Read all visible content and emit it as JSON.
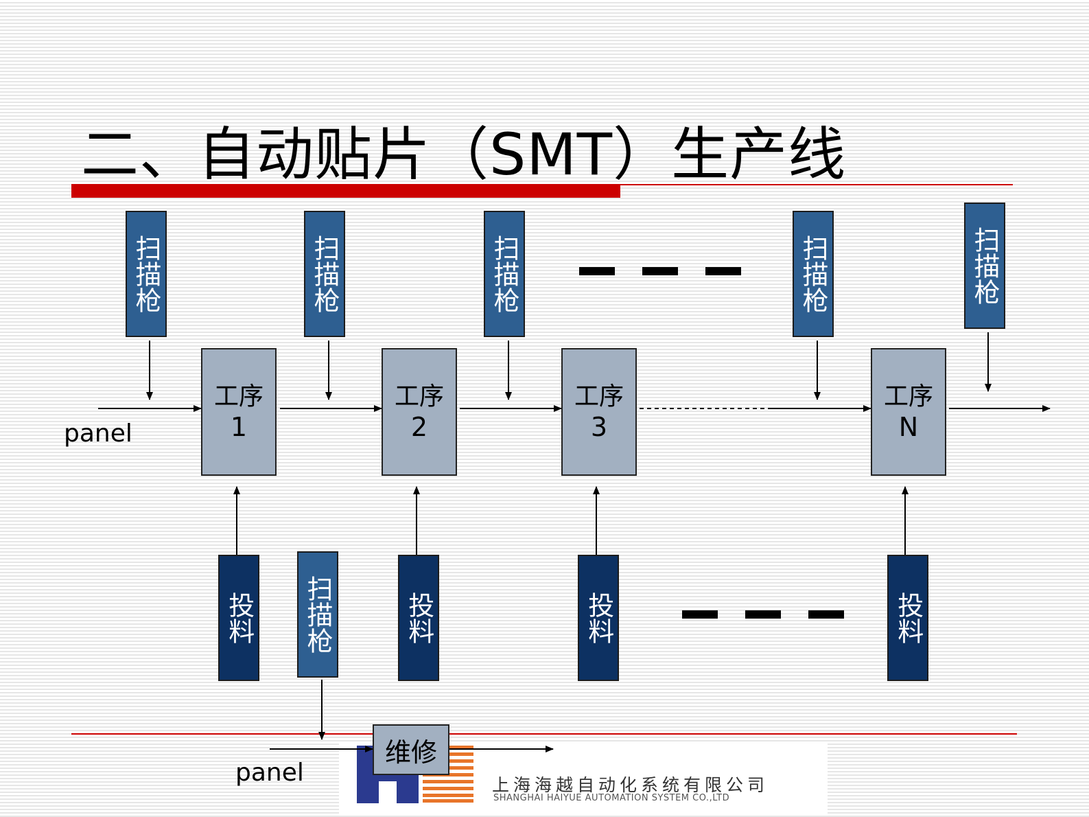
{
  "slide": {
    "title": "二、自动贴片（SMT）生产线"
  },
  "diagram": {
    "scanner_label": "扫描枪",
    "feeder_label": "投料",
    "process_label": "工序",
    "panel_label": "panel",
    "repair_label": "维修",
    "process_numbers": [
      "1",
      "2",
      "3",
      "N"
    ]
  },
  "logo": {
    "company_cn": "上海海越自动化系统有限公司",
    "company_en": "SHANGHAI HAIYUE AUTOMATION SYSTEM CO.,LTD"
  },
  "colors": {
    "accent_red": "#cc0000",
    "scanner_blue": "#2e5f91",
    "feeder_navy": "#0d3162",
    "process_gray": "#a2b0c1",
    "logo_blue": "#2b3a8f",
    "logo_orange": "#e8752a"
  }
}
